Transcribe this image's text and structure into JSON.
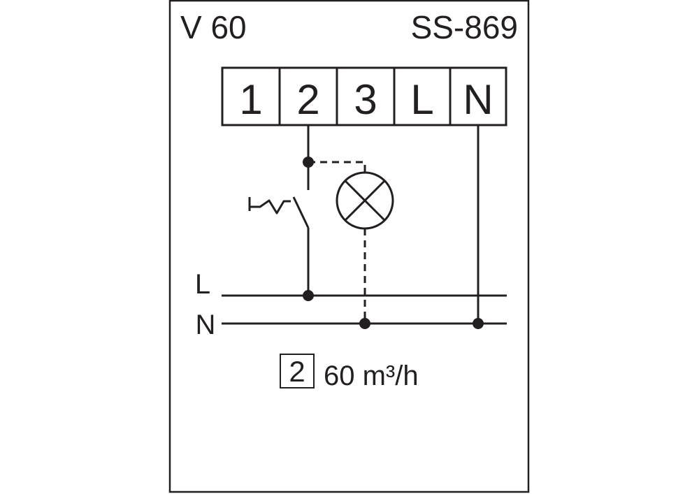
{
  "header": {
    "model": "V 60",
    "code": "SS-869"
  },
  "terminals": [
    "1",
    "2",
    "3",
    "L",
    "N"
  ],
  "bus_labels": {
    "live": "L",
    "neutral": "N"
  },
  "footer": {
    "setting_box": "2",
    "flow_rate": "60 m³/h"
  },
  "colors": {
    "ink": "#231f20",
    "background": "#ffffff"
  }
}
